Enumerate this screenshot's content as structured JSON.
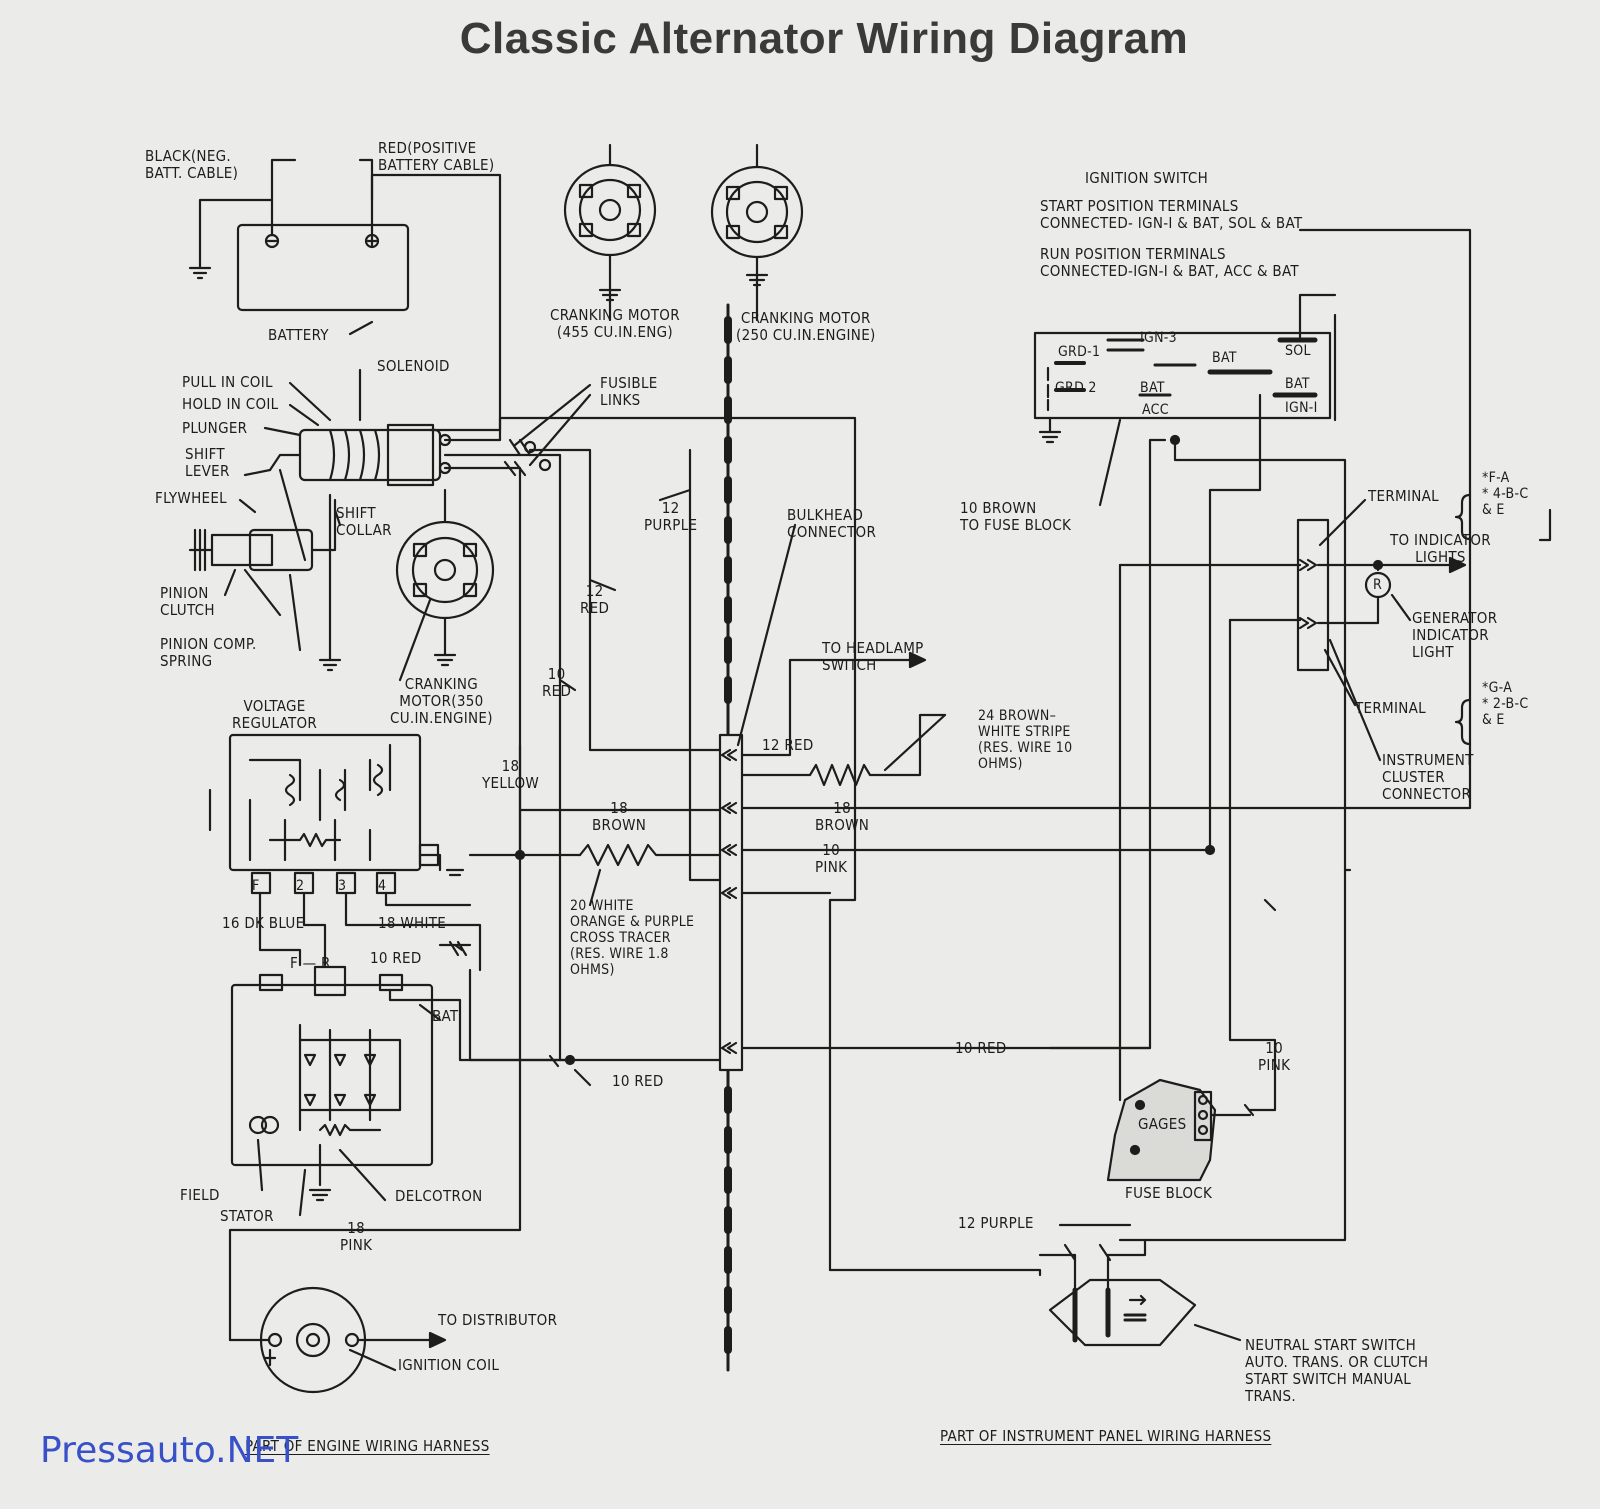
{
  "title": "Classic Alternator Wiring Diagram",
  "watermark": "Pressauto.NET",
  "colors": {
    "ink": "#1d1d1d",
    "paper": "#ebebe9",
    "watermark": "#3850c8"
  },
  "labels": {
    "black_neg_batt_cable": "BLACK(NEG.\nBATT. CABLE)",
    "red_positive_battery_cable": "RED(POSITIVE\nBATTERY CABLE)",
    "battery": "BATTERY",
    "solenoid": "SOLENOID",
    "pull_in_coil": "PULL IN COIL",
    "hold_in_coil": "HOLD IN COIL",
    "plunger": "PLUNGER",
    "shift_lever": "SHIFT\nLEVER",
    "flywheel": "FLYWHEEL",
    "shift_collar": "SHIFT\nCOLLAR",
    "pinion_clutch": "PINION\nCLUTCH",
    "pinion_comp_spring": "PINION COMP.\nSPRING",
    "cranking_motor_455": "CRANKING MOTOR\n(455 CU.IN.ENG)",
    "cranking_motor_250": "CRANKING MOTOR\n(250 CU.IN.ENGINE)",
    "cranking_motor_350": "CRANKING\nMOTOR(350\nCU.IN.ENGINE)",
    "fusible_links": "FUSIBLE\nLINKS",
    "wire_12_purple_left": "12\nPURPLE",
    "bulkhead_connector": "BULKHEAD\nCONNECTOR",
    "wire_12_red_left": "12\nRED",
    "wire_10_red_left": "10\nRED",
    "voltage_regulator": "VOLTAGE\nREGULATOR",
    "wire_18_yellow": "18\nYELLOW",
    "wire_18_brown_left": "18\nBROWN",
    "wire_20_white": "20 WHITE\nORANGE & PURPLE\nCROSS TRACER\n(RES. WIRE 1.8\nOHMS)",
    "wire_16_dk_blue": "16 DK BLUE",
    "wire_18_white": "18 WHITE",
    "wire_10_red_mid": "10 RED",
    "terminal_f_r": "F — R",
    "bat_terminal": "BAT",
    "wire_10_red_bottom": "10 RED",
    "field": "FIELD",
    "stator": "STATOR",
    "delcotron": "DELCOTRON",
    "wire_18_pink": "18\nPINK",
    "to_distributor": "TO DISTRIBUTOR",
    "ignition_coil": "IGNITION COIL",
    "part_engine_harness": "PART OF ENGINE WIRING HARNESS",
    "to_headlamp_switch": "TO HEADLAMP\nSWITCH",
    "wire_12_red_right": "12 RED",
    "wire_24_brown_white": "24 BROWN–\nWHITE STRIPE\n(RES. WIRE 10\nOHMS)",
    "wire_18_brown_right": "18\nBROWN",
    "wire_10_pink_mid": "10\nPINK",
    "wire_10_red_right": "10 RED",
    "ignition_switch": "IGNITION SWITCH",
    "start_position": "START POSITION TERMINALS\nCONNECTED- IGN-I & BAT, SOL & BAT",
    "run_position": "RUN POSITION TERMINALS\nCONNECTED-IGN-I & BAT, ACC & BAT",
    "grd1": "GRD-1",
    "grd2": "GRD 2",
    "ign3": "IGN-3",
    "bat_sw_mid": "BAT",
    "acc": "ACC",
    "bat_sw_right": "BAT",
    "sol": "SOL",
    "bat_sw_low": "BAT",
    "ign1": "IGN-I",
    "wire_10_brown": "10 BROWN\nTO FUSE BLOCK",
    "terminal_top": "TERMINAL",
    "terminal_top_codes": "*F-A\n* 4-B-C\n& E",
    "to_indicator_lights": "TO INDICATOR\nLIGHTS",
    "r_symbol": "R",
    "generator_indicator_light": "GENERATOR\nINDICATOR\nLIGHT",
    "terminal_bottom": "TERMINAL",
    "terminal_bottom_codes": "*G-A\n* 2-B-C\n& E",
    "instrument_cluster_connector": "INSTRUMENT\nCLUSTER\nCONNECTOR",
    "wire_10_pink_right": "10\nPINK",
    "gages": "GAGES",
    "fuse_block": "FUSE BLOCK",
    "wire_12_purple_right": "12 PURPLE",
    "neutral_start_switch": "NEUTRAL START SWITCH\nAUTO. TRANS. OR CLUTCH\nSTART SWITCH MANUAL\nTRANS.",
    "part_instrument_harness": "PART OF INSTRUMENT PANEL WIRING HARNESS",
    "reg_terminal_f": "F",
    "reg_terminal_2": "2",
    "reg_terminal_3": "3",
    "reg_terminal_4": "4"
  }
}
